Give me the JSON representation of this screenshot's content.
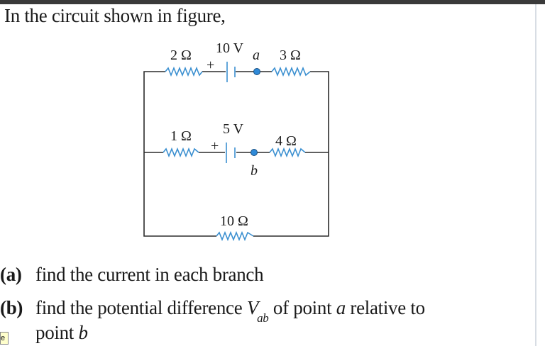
{
  "intro": "In the circuit shown in figure,",
  "circuit": {
    "r_top_left": "2 Ω",
    "battery_top": "10 V",
    "battery_top_plus": "+",
    "node_a": "a",
    "r_top_right": "3 Ω",
    "r_mid_left": "1 Ω",
    "battery_mid": "5 V",
    "battery_mid_plus": "+",
    "node_b": "b",
    "r_mid_right": "4 Ω",
    "r_bottom": "10 Ω",
    "wire_color": "#2b2b2b",
    "component_color": "#3a8fd0"
  },
  "questions": {
    "a_label": "(a)",
    "a_text": "find the current in each branch",
    "b_label": "(b)",
    "b_text_1": "find the potential difference ",
    "b_var": "V",
    "b_sub": "ab",
    "b_text_2": " of point ",
    "b_point_a": "a",
    "b_text_3": " relative to",
    "b_text_4": "point ",
    "b_point_b": "b"
  },
  "corner_box": "e"
}
